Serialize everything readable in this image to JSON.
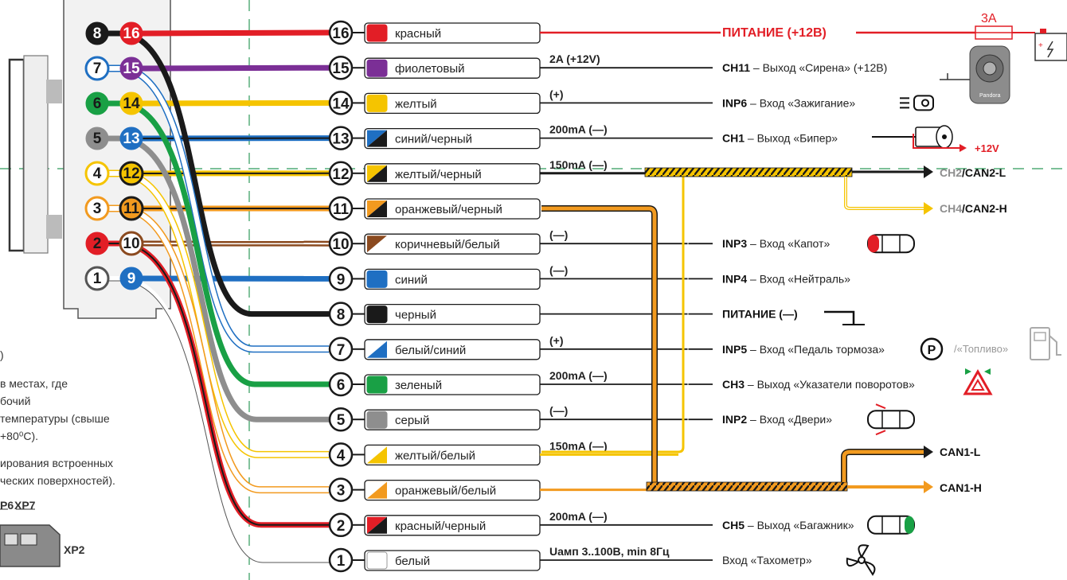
{
  "notes": {
    "bracket": ")",
    "line1": "в местах, где",
    "line2": "бочий",
    "line3": "температуры (свыше",
    "line4": "+80⁰C).",
    "line5": "ирования встроенных",
    "line6": "ческих поверхностей).",
    "xp6": "P6",
    "xp7": "XP7",
    "xp2": "XP2"
  },
  "connector": {
    "left_pins": [
      {
        "n": "8",
        "color": "#1a1a1a",
        "text_color": "#ffffff"
      },
      {
        "n": "7",
        "color": "#ffffff",
        "ring": "#1f6fc2",
        "text_color": "#1a1a1a"
      },
      {
        "n": "6",
        "color": "#19a045",
        "text_color": "#1a1a1a"
      },
      {
        "n": "5",
        "color": "#8e8e8e",
        "text_color": "#1a1a1a"
      },
      {
        "n": "4",
        "color": "#ffffff",
        "ring": "#f5c400",
        "text_color": "#1a1a1a"
      },
      {
        "n": "3",
        "color": "#ffffff",
        "ring": "#f29a1f",
        "text_color": "#1a1a1a"
      },
      {
        "n": "2",
        "color": "#e21e26",
        "text_color": "#1a1a1a"
      },
      {
        "n": "1",
        "color": "#ffffff",
        "ring": "#555555",
        "text_color": "#1a1a1a"
      }
    ],
    "right_pins": [
      {
        "n": "16",
        "color": "#e21e26",
        "text_color": "#ffffff"
      },
      {
        "n": "15",
        "color": "#7b2f96",
        "text_color": "#ffffff"
      },
      {
        "n": "14",
        "color": "#f5c400",
        "text_color": "#1a1a1a"
      },
      {
        "n": "13",
        "color": "#1f6fc2",
        "text_color": "#ffffff"
      },
      {
        "n": "12",
        "color": "#f5c400",
        "ring": "#1a1a1a",
        "text_color": "#1a1a1a"
      },
      {
        "n": "11",
        "color": "#f29a1f",
        "ring": "#1a1a1a",
        "text_color": "#1a1a1a"
      },
      {
        "n": "10",
        "color": "#ffffff",
        "ring": "#8b4a1f",
        "text_color": "#1a1a1a"
      },
      {
        "n": "9",
        "color": "#1f6fc2",
        "text_color": "#ffffff"
      }
    ]
  },
  "wires": [
    {
      "n": "16",
      "label": "красный",
      "c1": "#e21e26",
      "spec": "",
      "spec_color": "#222222",
      "dest_bold": "ПИТАНИЕ (+12В)",
      "dest": "",
      "dest_color": "#e21e26",
      "icon": "fuse-battery-icon"
    },
    {
      "n": "15",
      "label": "фиолетовый",
      "c1": "#7b2f96",
      "spec": "2A (+12V)",
      "spec_color": "#e21e26",
      "dest_bold": "CH11",
      "dest": " – Выход «Сирена» (+12В)",
      "dest_color": "#111111",
      "icon": "siren-icon"
    },
    {
      "n": "14",
      "label": "желтый",
      "c1": "#f5c400",
      "spec": "(+)",
      "spec_color": "#e21e26",
      "dest_bold": "INP6",
      "dest": " – Вход «Зажигание»",
      "dest_color": "#111111",
      "icon": "ignition-icon"
    },
    {
      "n": "13",
      "label": "синий/черный",
      "c1": "#1f6fc2",
      "c2": "#1a1a1a",
      "spec": "200mA (—)",
      "spec_color": "#222222",
      "dest_bold": "CH1",
      "dest": " – Выход «Бипер»",
      "dest_color": "#111111",
      "icon": "beeper-icon"
    },
    {
      "n": "12",
      "label": "желтый/черный",
      "c1": "#f5c400",
      "c2": "#1a1a1a",
      "spec": "150mA (—)",
      "spec_color": "#222222",
      "dest_bold": "",
      "dest": "",
      "dest_color": "#111111",
      "icon": ""
    },
    {
      "n": "11",
      "label": "оранжевый/черный",
      "c1": "#f29a1f",
      "c2": "#1a1a1a",
      "spec": "",
      "spec_color": "#222222",
      "dest_bold": "",
      "dest": "",
      "dest_color": "#111111",
      "icon": ""
    },
    {
      "n": "10",
      "label": "коричневый/белый",
      "c1": "#8b4a1f",
      "c2": "#ffffff",
      "spec": "(—)",
      "spec_color": "#222222",
      "dest_bold": "INP3",
      "dest": " – Вход «Капот»",
      "dest_color": "#111111",
      "icon": "hood-icon"
    },
    {
      "n": "9",
      "label": "синий",
      "c1": "#1f6fc2",
      "spec": "(—)",
      "spec_color": "#222222",
      "dest_bold": "INP4",
      "dest": " – Вход «Нейтраль»",
      "dest_color": "#111111",
      "icon": ""
    },
    {
      "n": "8",
      "label": "черный",
      "c1": "#1a1a1a",
      "spec": "",
      "spec_color": "#222222",
      "dest_bold": "ПИТАНИЕ (—)",
      "dest": "",
      "dest_color": "#111111",
      "icon": "ground-icon"
    },
    {
      "n": "7",
      "label": "белый/синий",
      "c1": "#ffffff",
      "c2": "#1f6fc2",
      "spec": "(+)",
      "spec_color": "#e21e26",
      "dest_bold": "INP5",
      "dest": " – Вход «Педаль тормоза»",
      "dest_color": "#111111",
      "icon": "parking-icon"
    },
    {
      "n": "6",
      "label": "зеленый",
      "c1": "#19a045",
      "spec": "200mA (—)",
      "spec_color": "#222222",
      "dest_bold": "CH3",
      "dest": " – Выход «Указатели поворотов»",
      "dest_color": "#111111",
      "icon": "hazard-icon"
    },
    {
      "n": "5",
      "label": "серый",
      "c1": "#8e8e8e",
      "spec": "(—)",
      "spec_color": "#222222",
      "dest_bold": "INP2",
      "dest": " – Вход «Двери»",
      "dest_color": "#111111",
      "icon": "doors-icon"
    },
    {
      "n": "4",
      "label": "желтый/белый",
      "c1": "#ffffff",
      "c2": "#f5c400",
      "spec": "150mA (—)",
      "spec_color": "#222222",
      "dest_bold": "",
      "dest": "",
      "dest_color": "#111111",
      "icon": ""
    },
    {
      "n": "3",
      "label": "оранжевый/белый",
      "c1": "#ffffff",
      "c2": "#f29a1f",
      "spec": "",
      "spec_color": "#222222",
      "dest_bold": "",
      "dest": "",
      "dest_color": "#111111",
      "icon": ""
    },
    {
      "n": "2",
      "label": "красный/черный",
      "c1": "#e21e26",
      "c2": "#1a1a1a",
      "spec": "200mA (—)",
      "spec_color": "#222222",
      "dest_bold": "CH5",
      "dest": " – Выход «Багажник»",
      "dest_color": "#111111",
      "icon": "trunk-icon"
    },
    {
      "n": "1",
      "label": "белый",
      "c1": "#ffffff",
      "spec": "Uамп 3..100В, min 8Гц",
      "spec_color": "#222222",
      "dest_bold": "",
      "dest": "Вход «Тахометр»",
      "dest_color": "#111111",
      "icon": "fan-icon"
    }
  ],
  "extras": {
    "fuse_label": "3A",
    "beeper_plus": "+12V",
    "fuel": "/«Топливо»",
    "can2l_gray": "CH2",
    "can2l_bold": "/CAN2-L",
    "can2h_gray": "CH4",
    "can2h_bold": "/CAN2-H",
    "can1l": "CAN1-L",
    "can1h": "CAN1-H",
    "siren_brand": "Pandora"
  }
}
